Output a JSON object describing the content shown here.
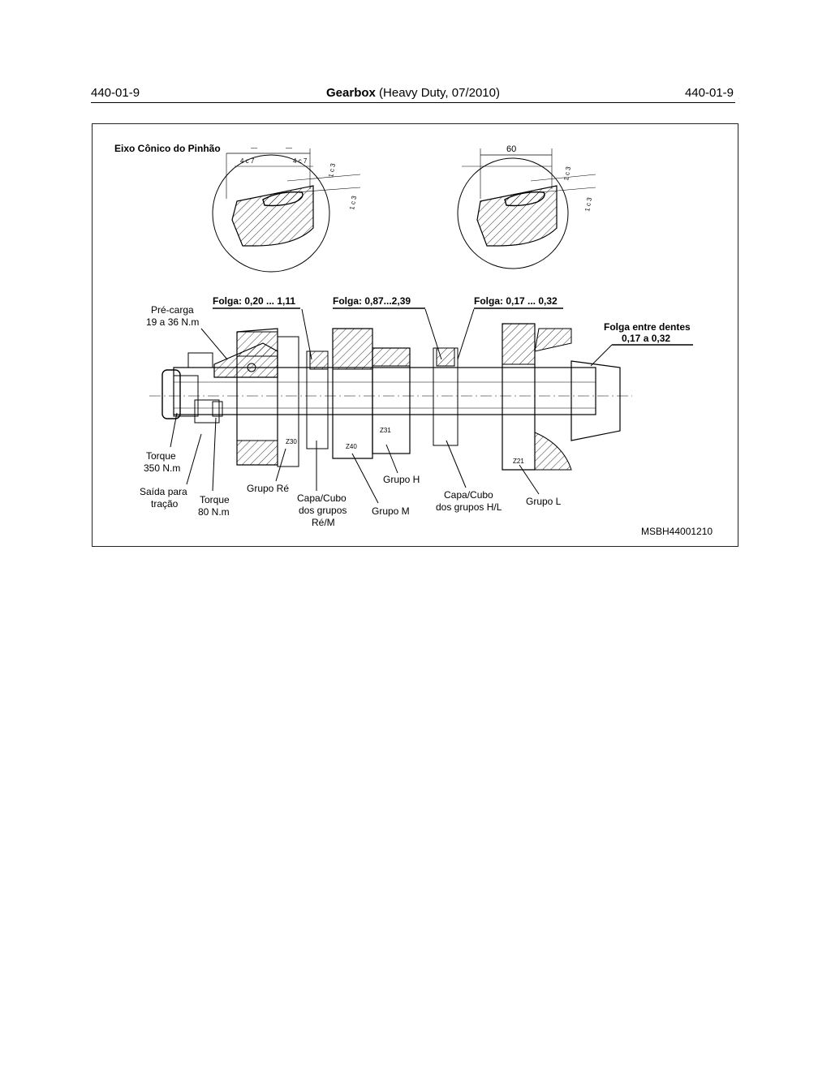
{
  "header": {
    "page_left": "440-01-9",
    "title_bold": "Gearbox",
    "title_rest": " (Heavy Duty, 07/2010)",
    "page_right": "440-01-9"
  },
  "figure": {
    "detail_title": "Eixo Cônico do Pinhão",
    "dim_60": "60",
    "dim_4c7_a": "4 c 7",
    "dim_4c7_b": "4 c 7",
    "dim_1c3_a": "1 c 3",
    "dim_1c3_b": "1 c 3",
    "dim_1c3_c": "1 c 3",
    "dim_1c3_d": "1 c 3",
    "folga_1": "Folga: 0,20 ... 1,11",
    "folga_2": "Folga: 0,87...2,39",
    "folga_3": "Folga: 0,17 ... 0,32",
    "folga_dentes_1": "Folga entre dentes",
    "folga_dentes_2": "0,17 a 0,32",
    "precarga_1": "Pré-carga",
    "precarga_2": "19 a 36 N.m",
    "torque350_1": "Torque",
    "torque350_2": "350 N.m",
    "saida_1": "Saída para",
    "saida_2": "tração",
    "torque80_1": "Torque",
    "torque80_2": "80 N.m",
    "grupo_re": "Grupo Ré",
    "capa_re_1": "Capa/Cubo",
    "capa_re_2": "dos grupos",
    "capa_re_3": "Ré/M",
    "grupo_h": "Grupo H",
    "grupo_m": "Grupo M",
    "capa_hl_1": "Capa/Cubo",
    "capa_hl_2": "dos grupos H/L",
    "grupo_l": "Grupo L",
    "ref_code": "MSBH44001210",
    "gear_mark_1": "Z30",
    "gear_mark_2": "Z40",
    "gear_mark_3": "Z31",
    "gear_mark_4": "Z21"
  }
}
